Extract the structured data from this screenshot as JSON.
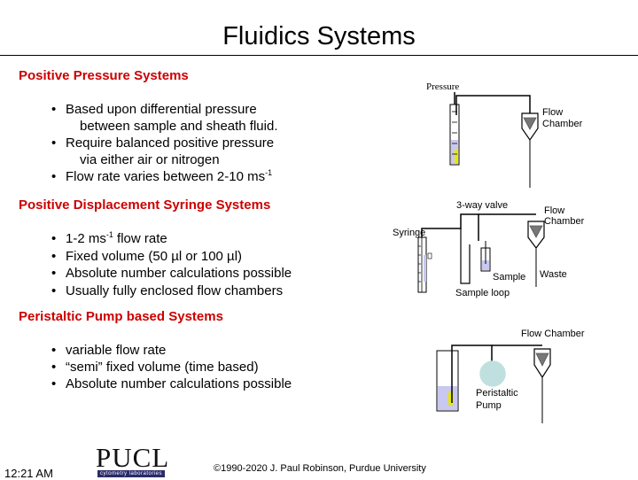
{
  "title": "Fluidics Systems",
  "sections": [
    {
      "heading": "Positive Pressure Systems",
      "bullets": [
        {
          "l1": "Based upon differential pressure",
          "l2": "between sample and sheath fluid."
        },
        {
          "l1": "Require balanced positive pressure",
          "l2": "via either air or nitrogen"
        },
        {
          "text": "Flow rate varies between 2-10 ms",
          "sup": "-1"
        }
      ]
    },
    {
      "heading": "Positive Displacement Syringe Systems",
      "bullets": [
        {
          "pre": "1-2 ms",
          "sup": "-1",
          "post": " flow rate"
        },
        {
          "text": "Fixed volume (50 µl or 100 µl)"
        },
        {
          "text": "Absolute number calculations possible"
        },
        {
          "text": "Usually fully enclosed flow chambers"
        }
      ]
    },
    {
      "heading": "Peristaltic Pump based Systems",
      "bullets": [
        {
          "text": "variable flow rate"
        },
        {
          "text": "“semi” fixed volume (time based)"
        },
        {
          "text": "Absolute number calculations possible"
        }
      ]
    }
  ],
  "diagram_labels": {
    "pressure": "Pressure",
    "flow_chamber_1_l1": "Flow",
    "flow_chamber_1_l2": "Chamber",
    "three_way_valve": "3-way valve",
    "flow_chamber_2_l1": "Flow",
    "flow_chamber_2_l2": "Chamber",
    "syringe": "Syringe",
    "sample": "Sample",
    "waste": "Waste",
    "sample_loop": "Sample loop",
    "flow_chamber_3": "Flow Chamber",
    "peristaltic_l1": "Peristaltic",
    "peristaltic_l2": "Pump"
  },
  "footer": {
    "time": "12:21 AM",
    "copyright": "©1990-2020 J. Paul Robinson, Purdue University",
    "logo_text": "PUCL",
    "logo_sub": "cytometry laboratories"
  },
  "colors": {
    "heading": "#cc0000",
    "fluid": "#c8c8f0",
    "sample_fluid": "#e8e800",
    "pump": "#c0e0e0"
  }
}
